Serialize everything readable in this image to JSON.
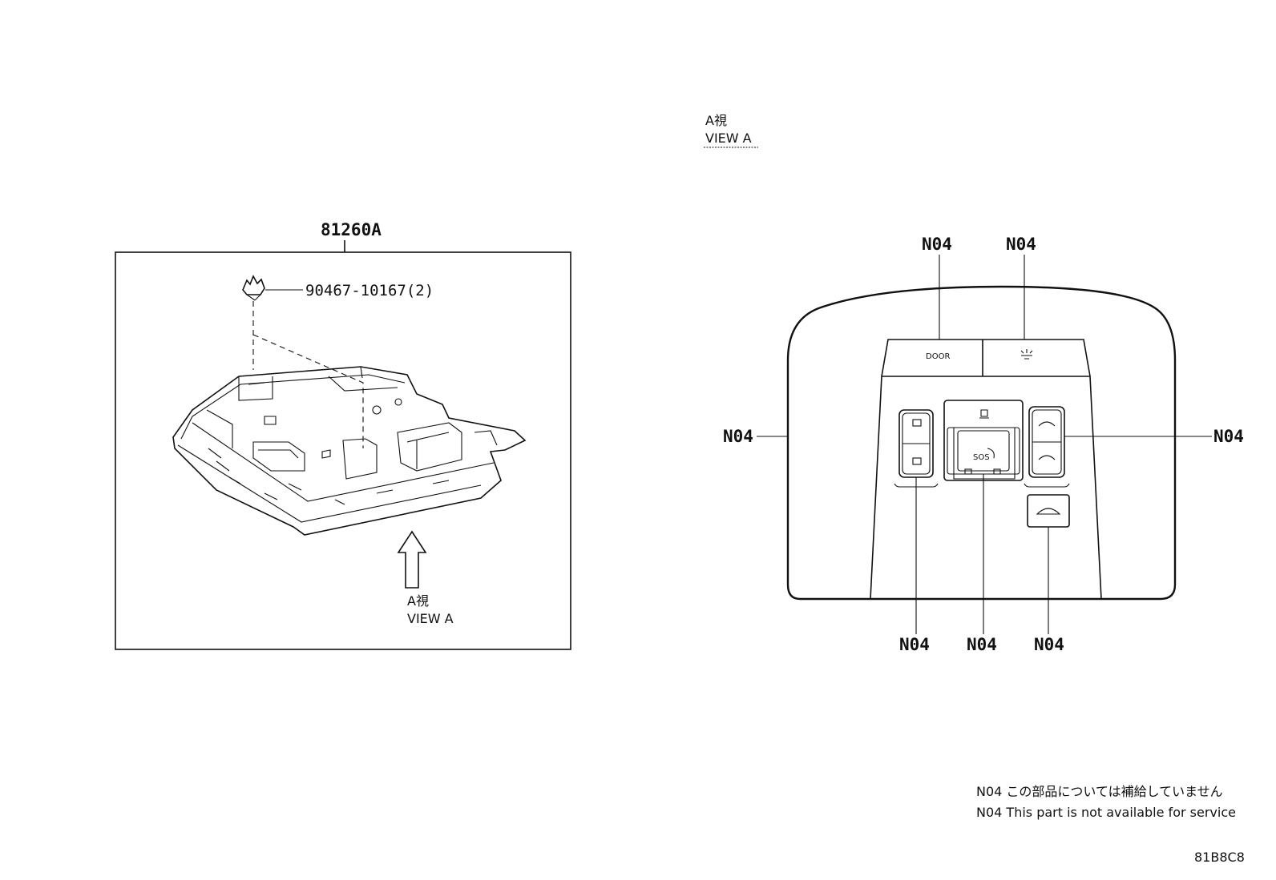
{
  "assembly": {
    "part_number": "81260A",
    "fastener": "90467-10167(2)",
    "view_label_jp": "A視",
    "view_label_en": "VIEW A"
  },
  "view_a": {
    "title_jp": "A視",
    "title_en": "VIEW A",
    "callouts": [
      "N04",
      "N04",
      "N04",
      "N04",
      "N04",
      "N04",
      "N04"
    ],
    "buttons": {
      "door": "DOOR",
      "sos": "SOS"
    }
  },
  "notes": {
    "line_jp": "N04 この部品については補給していません",
    "line_en": "N04 This part is not available for service"
  },
  "figure_id": "81B8C8"
}
